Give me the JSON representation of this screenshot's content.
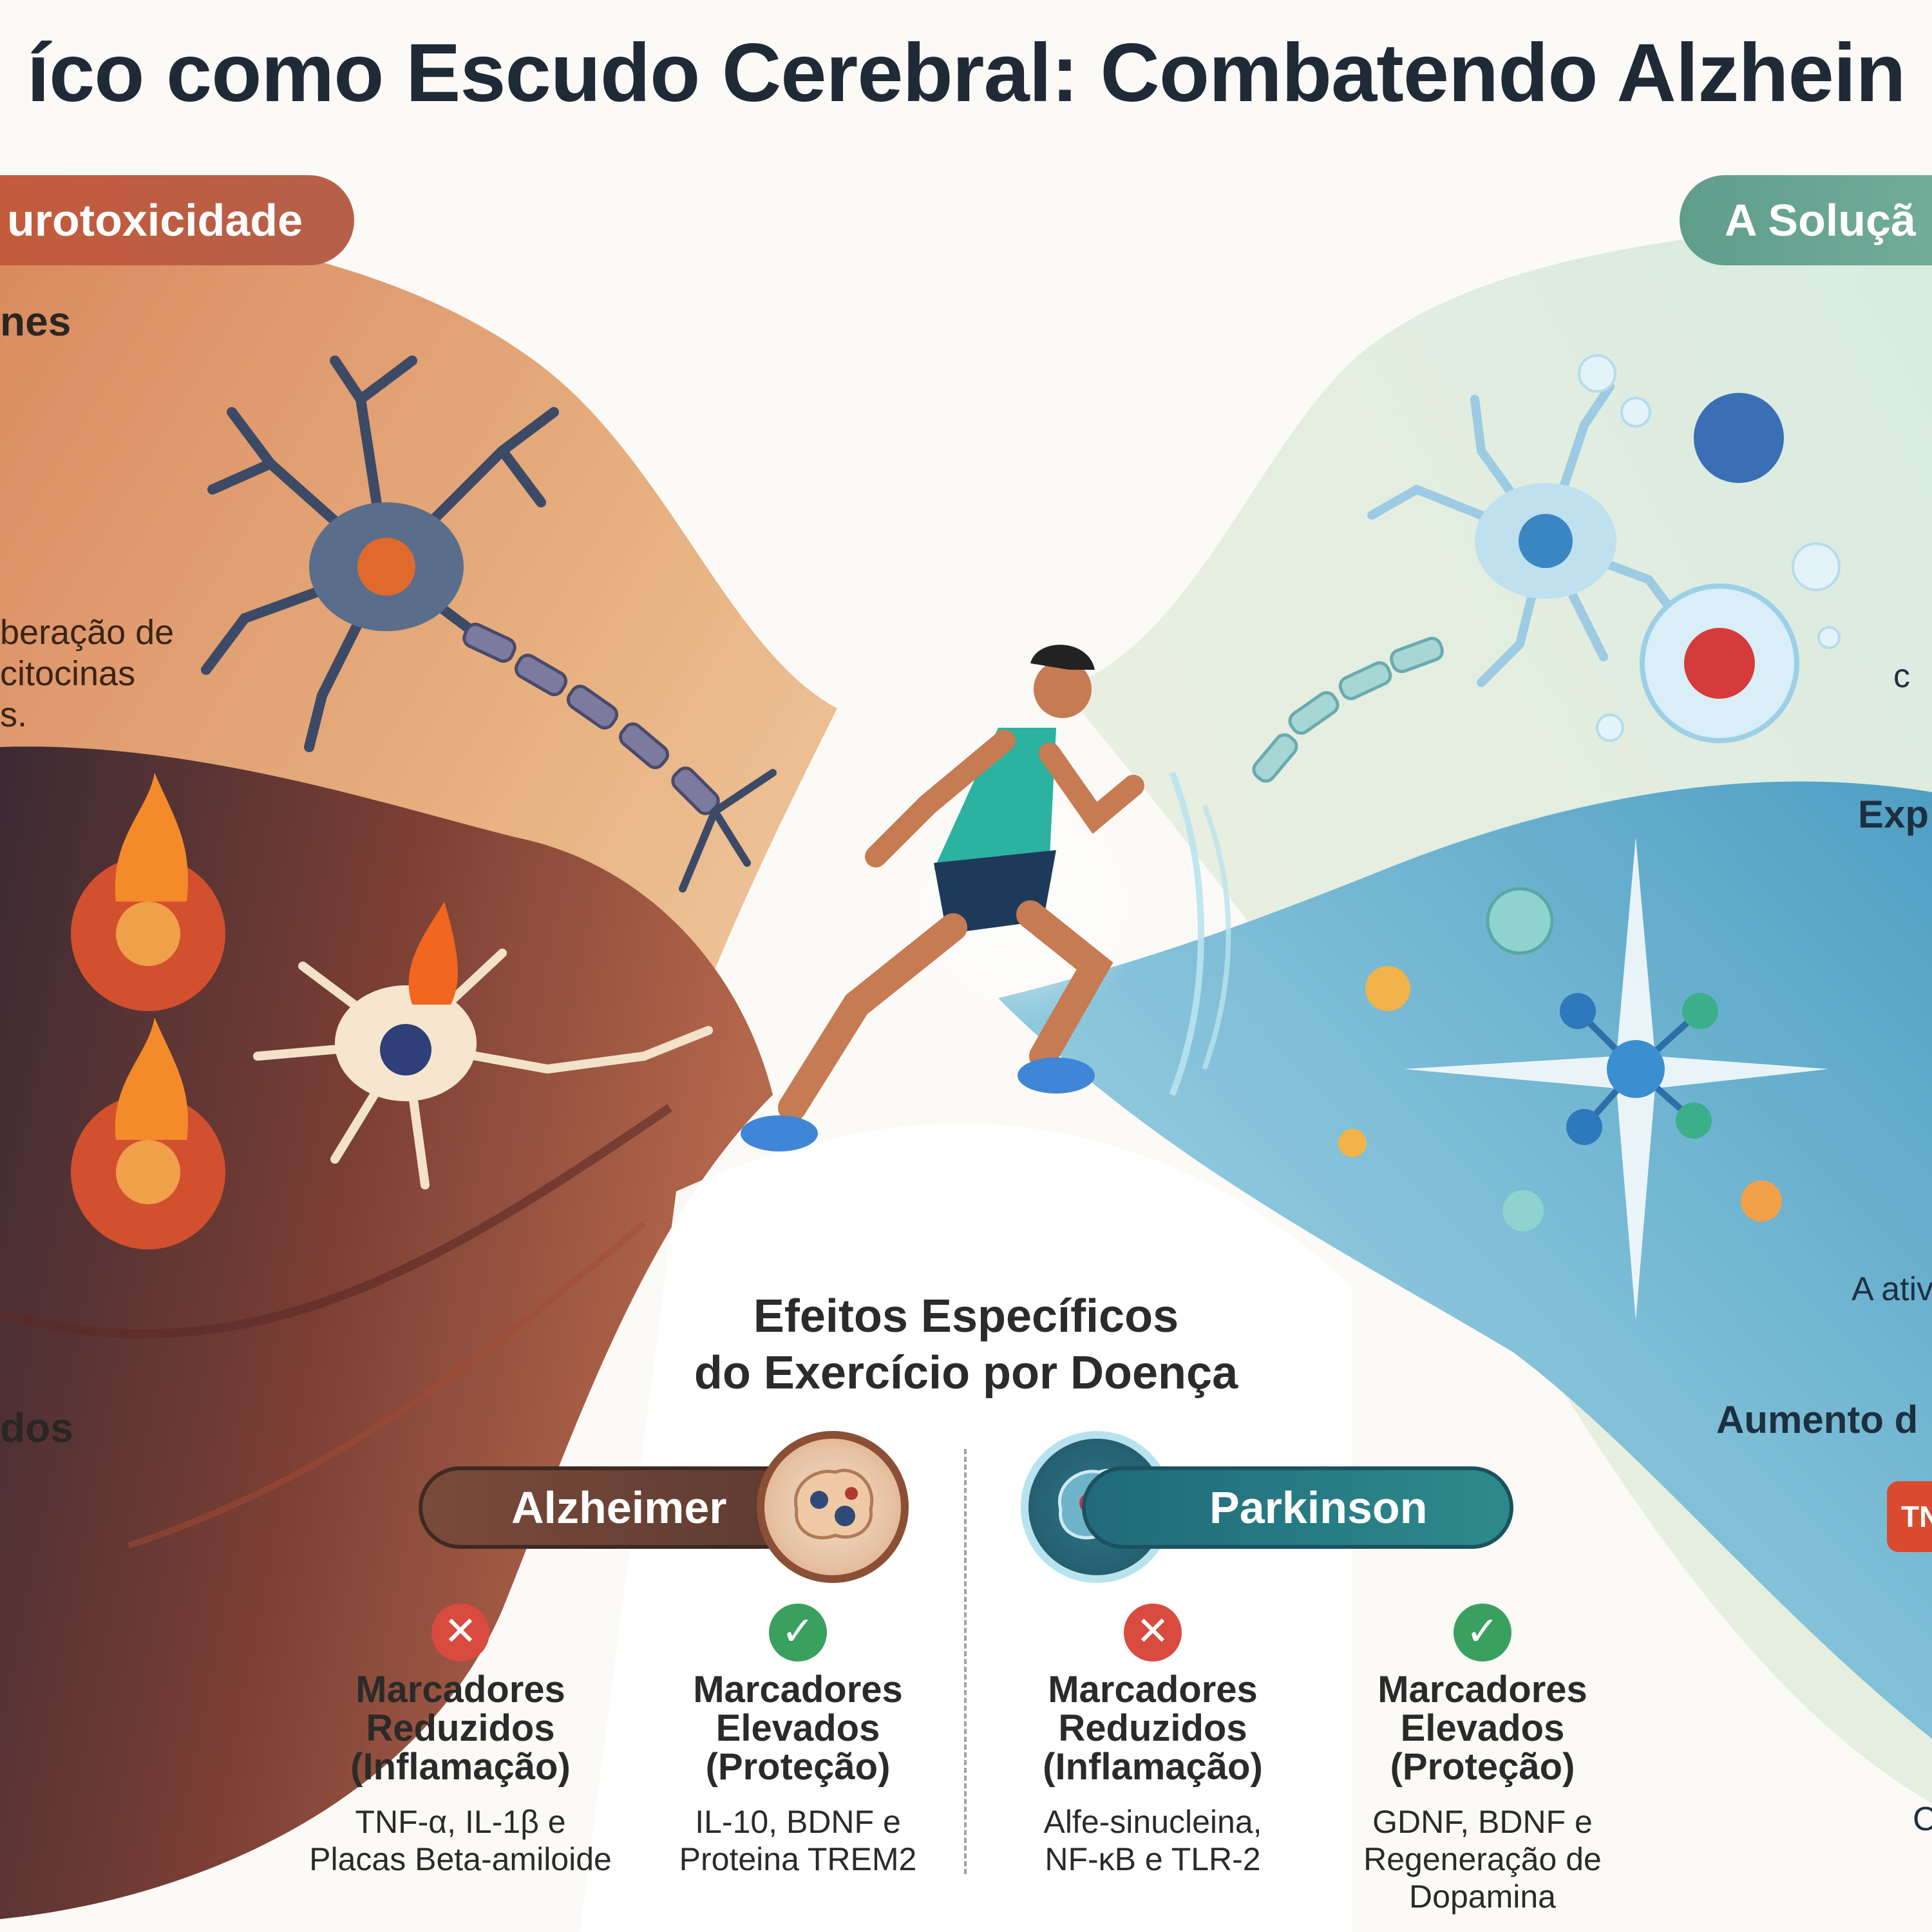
{
  "title": "íco como Escudo Cerebral: Combatendo Alzhein",
  "left_panel": {
    "pill": "urotoxicidade",
    "label_top": "nes",
    "text_line1": "beração de",
    "text_line2": "citocinas",
    "text_line3": "s.",
    "label_bottom": "dos"
  },
  "right_panel": {
    "pill": "A Soluçã",
    "letter": "c",
    "label_exp": "Exp",
    "text_fragment": "A ativ",
    "label_aumento": "Aumento d",
    "badge": "TN",
    "letter2": "C"
  },
  "center": {
    "title_line1": "Efeitos Específicos",
    "title_line2": "do Exercício por Doença"
  },
  "diseases": [
    {
      "name": "Alzheimer",
      "reduced": {
        "head1": "Marcadores",
        "head2": "Reduzidos",
        "head3": "(Inflamação)",
        "body1": "TNF-α, IL-1β e",
        "body2": "Placas Beta-amiloide"
      },
      "elevated": {
        "head1": "Marcadores",
        "head2": "Elevados",
        "head3": "(Proteção)",
        "body1": "IL-10, BDNF e",
        "body2": "Proteina TREM2"
      }
    },
    {
      "name": "Parkinson",
      "reduced": {
        "head1": "Marcadores",
        "head2": "Reduzidos",
        "head3": "(Inflamação)",
        "body1": "Alfe-sinucleina,",
        "body2": "NF-κB e TLR-2"
      },
      "elevated": {
        "head1": "Marcadores",
        "head2": "Elevados",
        "head3": "(Proteção)",
        "body1": "GDNF, BDNF e",
        "body2": "Regeneração de",
        "body3": "Dopamina"
      }
    }
  ],
  "icons": {
    "reduced": "✕",
    "elevated": "✓"
  },
  "colors": {
    "inflammation": "#c65a3a",
    "dark_brown": "#3b2a2e",
    "solution": "#5f9d8a",
    "protective_blue": "#5aa9c8",
    "reduced_red": "#d94a3f",
    "elevated_green": "#3aa05f"
  }
}
